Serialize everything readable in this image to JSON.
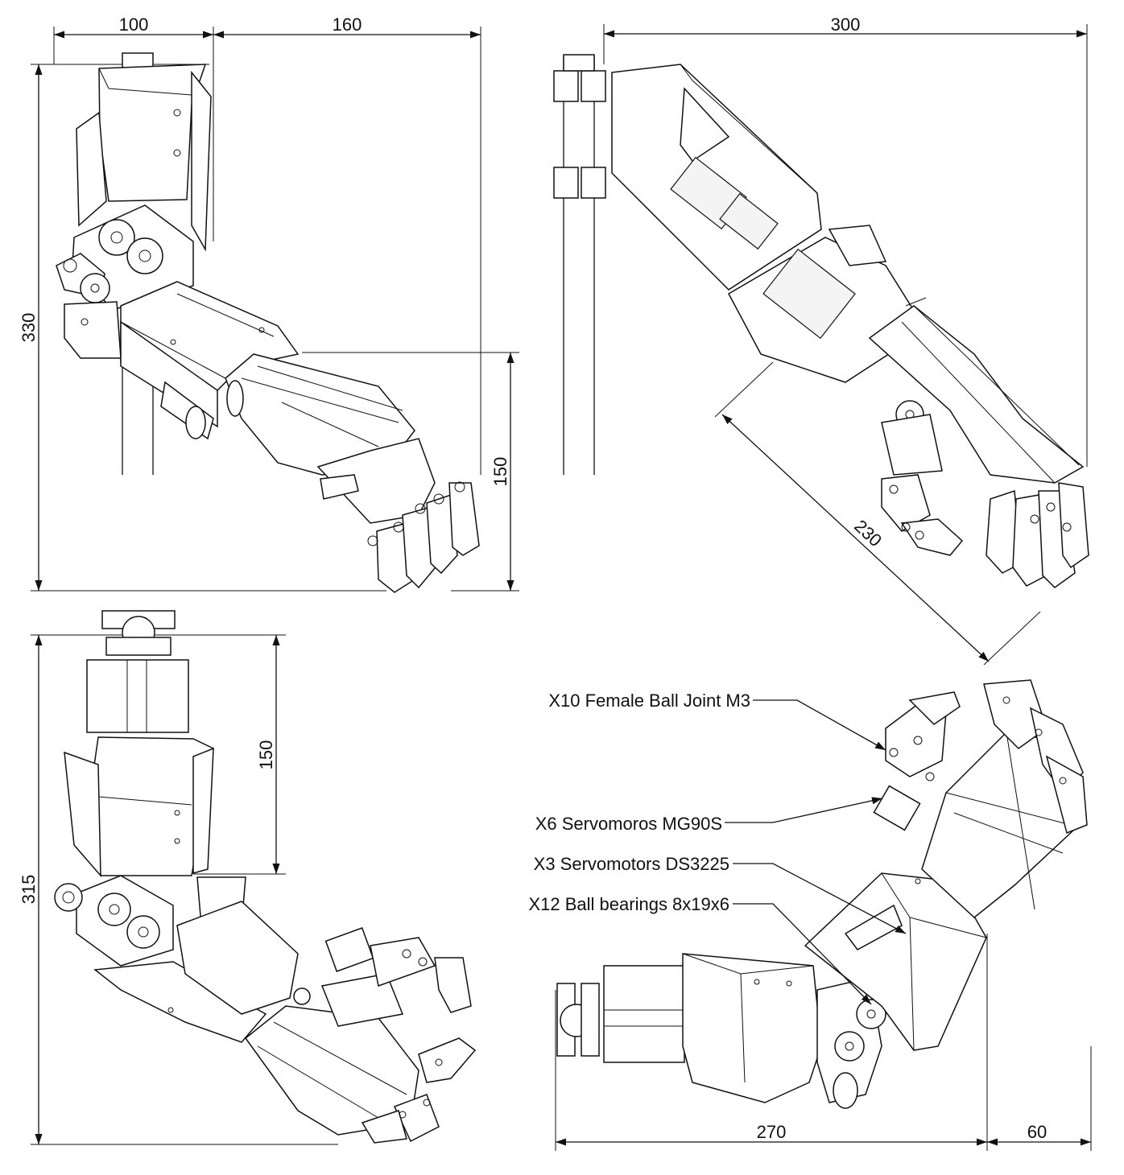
{
  "dimensions": {
    "top_left": {
      "w1": "100",
      "w2": "160",
      "h": "330",
      "h2": "150"
    },
    "top_right": {
      "w": "300",
      "diag": "230"
    },
    "bottom_left": {
      "h": "315",
      "h2": "150"
    },
    "bottom_right": {
      "w1": "270",
      "w2": "60"
    }
  },
  "callouts": [
    {
      "text": "X10 Female Ball Joint M3"
    },
    {
      "text": "X6 Servomoros MG90S"
    },
    {
      "text": "X3 Servomotors DS3225"
    },
    {
      "text": "X12 Ball bearings 8x19x6"
    }
  ],
  "colors": {
    "line": "#111111",
    "background": "#ffffff"
  }
}
